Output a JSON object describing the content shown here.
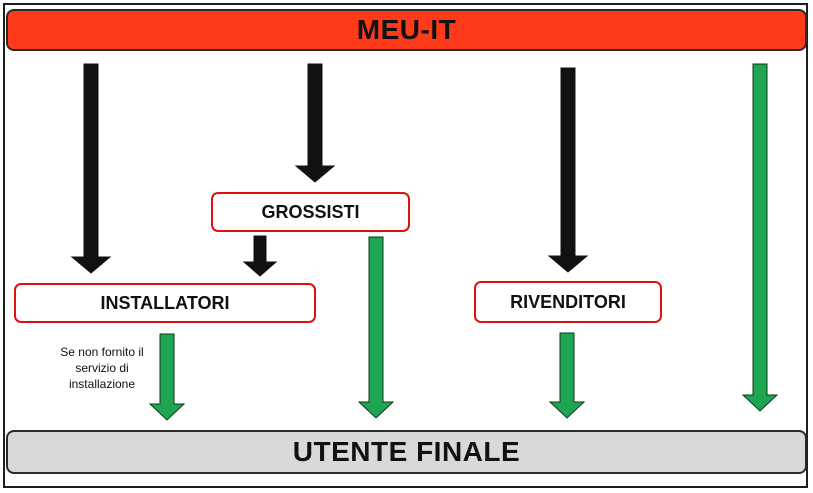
{
  "diagram": {
    "top": {
      "label": "MEU-IT"
    },
    "bottom": {
      "label": "UTENTE FINALE"
    },
    "nodes": {
      "grossisti": "GROSSISTI",
      "installatori": "INSTALLATORI",
      "rivenditori": "RIVENDITORI"
    },
    "note": "Se non fornito il servizio di installazione",
    "colors": {
      "header": "#ff3a1a",
      "footer": "#d9d9d9",
      "node_border": "#e01010",
      "black_arrow": "#111111",
      "green_arrow": "#1fa552"
    }
  }
}
